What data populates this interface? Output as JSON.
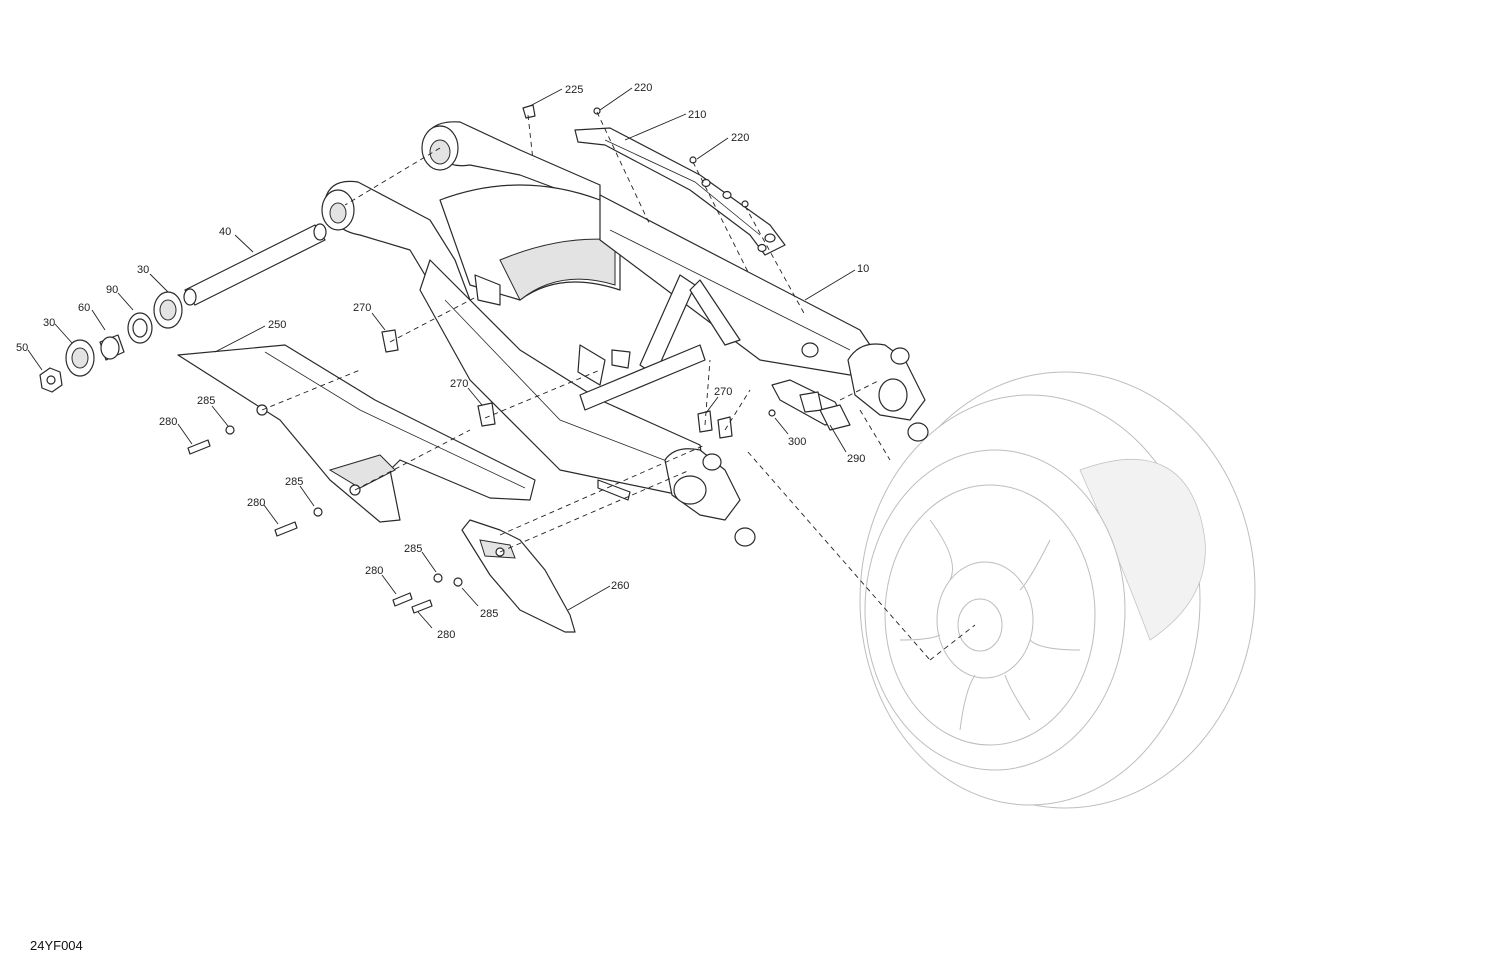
{
  "diagram": {
    "drawing_code": "24YF004",
    "callouts": [
      {
        "id": "c-225",
        "text": "225"
      },
      {
        "id": "c-220a",
        "text": "220"
      },
      {
        "id": "c-210",
        "text": "210"
      },
      {
        "id": "c-220b",
        "text": "220"
      },
      {
        "id": "c-10",
        "text": "10"
      },
      {
        "id": "c-40",
        "text": "40"
      },
      {
        "id": "c-30a",
        "text": "30"
      },
      {
        "id": "c-90",
        "text": "90"
      },
      {
        "id": "c-60",
        "text": "60"
      },
      {
        "id": "c-30b",
        "text": "30"
      },
      {
        "id": "c-50",
        "text": "50"
      },
      {
        "id": "c-250",
        "text": "250"
      },
      {
        "id": "c-270a",
        "text": "270"
      },
      {
        "id": "c-270b",
        "text": "270"
      },
      {
        "id": "c-270c",
        "text": "270"
      },
      {
        "id": "c-285a",
        "text": "285"
      },
      {
        "id": "c-280a",
        "text": "280"
      },
      {
        "id": "c-285b",
        "text": "285"
      },
      {
        "id": "c-280b",
        "text": "280"
      },
      {
        "id": "c-285c",
        "text": "285"
      },
      {
        "id": "c-280c",
        "text": "280"
      },
      {
        "id": "c-285d",
        "text": "285"
      },
      {
        "id": "c-280d",
        "text": "280"
      },
      {
        "id": "c-260",
        "text": "260"
      },
      {
        "id": "c-300",
        "text": "300"
      },
      {
        "id": "c-290",
        "text": "290"
      }
    ]
  }
}
